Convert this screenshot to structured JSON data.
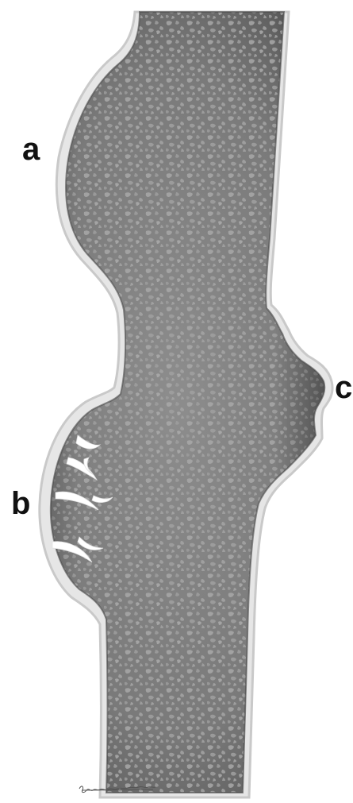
{
  "figure": {
    "labels": {
      "a": "a",
      "b": "b",
      "c": "c"
    },
    "colors": {
      "background": "#ffffff",
      "wall": "#e6e6e6",
      "wall_edge": "#c4c4c4",
      "lumen": "#858585",
      "lumen_shadow": "#3c3c3c",
      "texture": "#a3a3a3",
      "septa": "#ffffff"
    }
  }
}
